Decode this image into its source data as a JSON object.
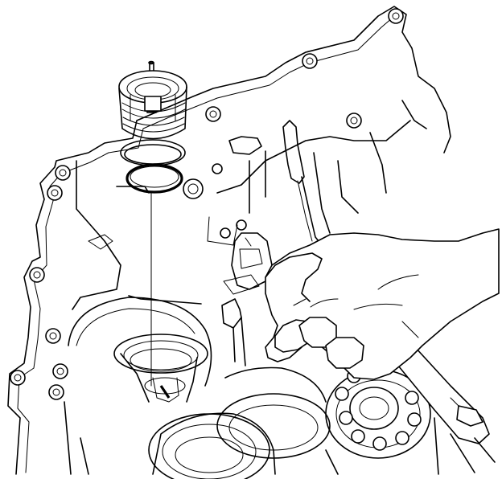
{
  "figure": {
    "parts": [
      {
        "id": "transmission-case",
        "icon": "transmission-case-icon"
      },
      {
        "id": "accumulator-piston",
        "icon": "piston-icon"
      },
      {
        "id": "o-ring-upper",
        "icon": "o-ring-icon"
      },
      {
        "id": "o-ring-lower",
        "icon": "o-ring-icon"
      },
      {
        "id": "accumulator-bore",
        "icon": "bore-icon"
      },
      {
        "id": "air-nozzle",
        "icon": "air-gun-icon"
      },
      {
        "id": "hand",
        "icon": "hand-icon"
      },
      {
        "id": "bearing",
        "icon": "bearing-icon"
      },
      {
        "id": "shift-lever",
        "icon": "lever-icon"
      }
    ],
    "colors": {
      "line": "#000000",
      "background": "#ffffff"
    }
  }
}
